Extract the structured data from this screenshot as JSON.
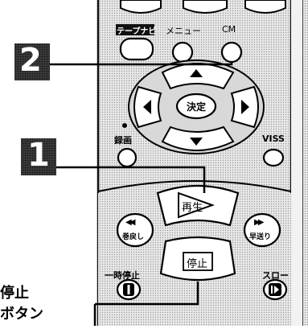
{
  "remote": {
    "tape_navi_label": "テープナビ",
    "menu_label": "メニュー",
    "cm_label": "CM",
    "enter_label": "決定",
    "record_label": "録画",
    "viss_label": "VISS",
    "play_label": "再生",
    "stop_label": "停止",
    "rewind_label": "巻戻し",
    "ff_label": "早送り",
    "pause_label": "一時停止",
    "slow_label": "スロー",
    "rewind_symbol": "◀◀",
    "ff_symbol": "▶▶"
  },
  "callouts": {
    "step2": "2",
    "step1": "1",
    "stop_button_line1": "停止",
    "stop_button_line2": "ボタン"
  }
}
